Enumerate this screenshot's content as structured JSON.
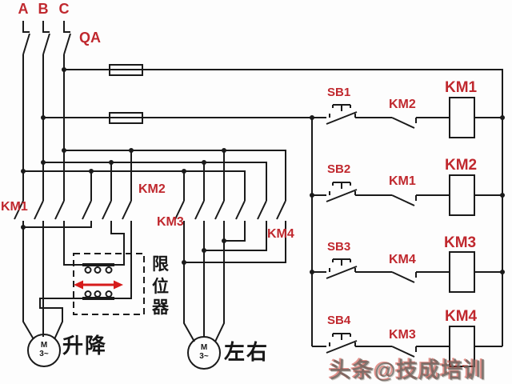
{
  "diagram": {
    "phases": [
      "A",
      "B",
      "C"
    ],
    "disconnect_label": "QA",
    "main_contactors": [
      "KM1",
      "KM2",
      "KM3",
      "KM4"
    ],
    "control_rungs": [
      {
        "button": "SB1",
        "interlock": "KM2",
        "coil": "KM1"
      },
      {
        "button": "SB2",
        "interlock": "KM1",
        "coil": "KM2"
      },
      {
        "button": "SB3",
        "interlock": "KM4",
        "coil": "KM3"
      },
      {
        "button": "SB4",
        "interlock": "KM3",
        "coil": "KM4"
      }
    ],
    "limit_device": {
      "label": "限位器",
      "chars": [
        "限",
        "位",
        "器"
      ]
    },
    "motors": [
      {
        "symbol": "M",
        "phase_mark": "3~",
        "label": "升降"
      },
      {
        "symbol": "M",
        "phase_mark": "3~",
        "label": "左右"
      }
    ],
    "watermark": "头条@技成培训",
    "colors": {
      "label_red": "#c0282e",
      "wire_black": "#1a1a1a",
      "arrow_red": "#d61c1c",
      "text_black": "#171717"
    }
  }
}
